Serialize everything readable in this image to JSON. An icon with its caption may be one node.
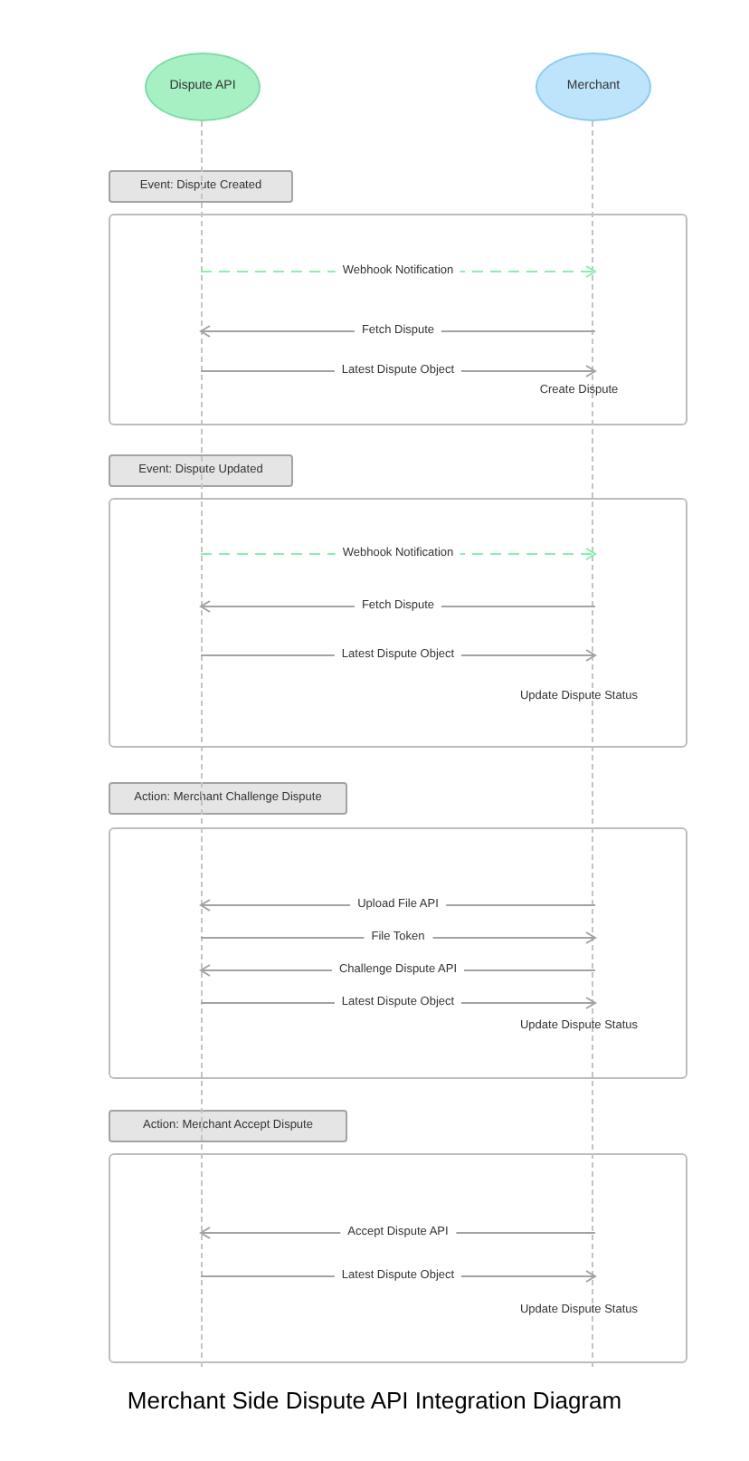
{
  "diagram": {
    "caption": "Merchant Side Dispute API Integration Diagram",
    "nodes": [
      {
        "text": [
          "Dispute API"
        ]
      },
      {
        "text": [
          "Merchant"
        ]
      },
      {
        "text": [
          "Event: Dispute Created"
        ]
      },
      {
        "text": [
          "Event: Dispute Updated"
        ]
      },
      {
        "text": [
          "Action: Merchant Challenge Dispute"
        ]
      },
      {
        "text": [
          "Action: Merchant Accept Dispute"
        ]
      },
      {
        "text": [],
        "shape": "bar"
      },
      {
        "text": [],
        "shape": "bar"
      }
    ],
    "edges": [
      {
        "from": 6,
        "to": 7,
        "arrow": "to",
        "label": "Webhook Notification",
        "style": "dashed",
        "color": "#86efac"
      },
      {
        "from": 7,
        "to": 6,
        "arrow": "to",
        "label": "Fetch Dispute"
      },
      {
        "from": 6,
        "to": 7,
        "arrow": "to",
        "label": "Latest Dispute Object"
      },
      {
        "from": 6,
        "to": 7,
        "arrow": "to",
        "label": "Webhook Notification",
        "style": "dashed",
        "color": "#86efac"
      },
      {
        "from": 7,
        "to": 6,
        "arrow": "to",
        "label": "Fetch Dispute"
      },
      {
        "from": 6,
        "to": 7,
        "arrow": "to",
        "label": "Latest Dispute Object"
      },
      {
        "from": 7,
        "to": 6,
        "arrow": "to",
        "label": "Upload File API"
      },
      {
        "from": 6,
        "to": 7,
        "arrow": "to",
        "label": "File Token"
      },
      {
        "from": 7,
        "to": 6,
        "arrow": "to",
        "label": "Challenge Dispute API"
      },
      {
        "from": 6,
        "to": 7,
        "arrow": "to",
        "label": "Latest Dispute Object"
      },
      {
        "from": 7,
        "to": 6,
        "arrow": "to",
        "label": "Accept Dispute API"
      },
      {
        "from": 6,
        "to": 7,
        "arrow": "to",
        "label": "Latest Dispute Object"
      }
    ],
    "labels": [
      "Create Dispute",
      "Update Dispute Status",
      "Update Dispute Status",
      "Update Dispute Status"
    ]
  }
}
